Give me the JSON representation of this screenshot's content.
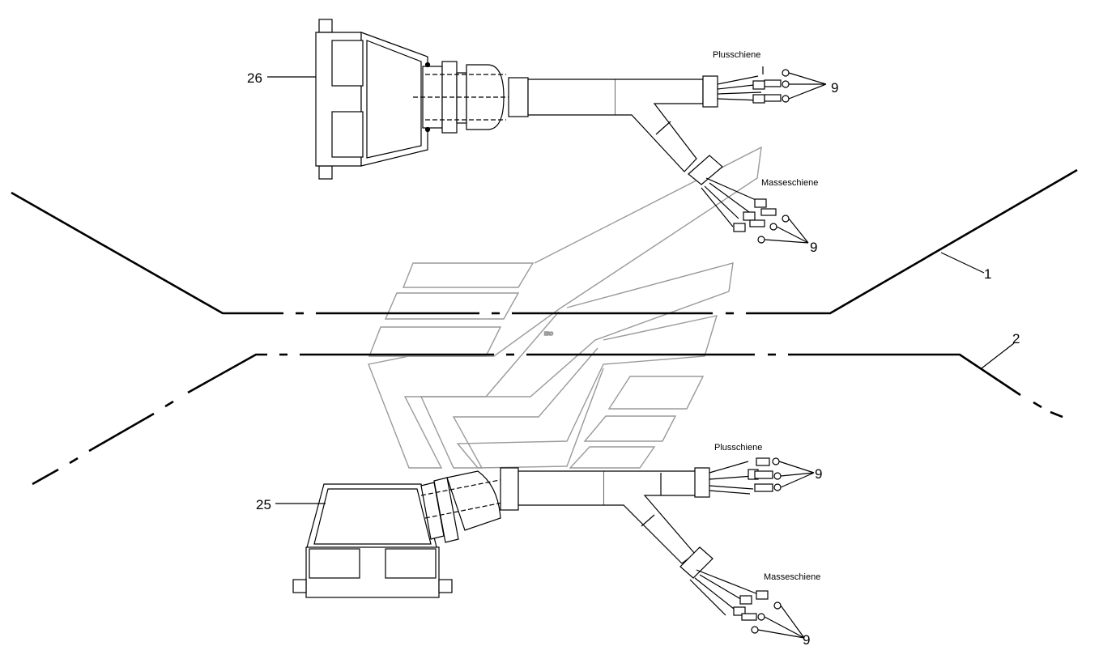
{
  "diagram": {
    "callouts": {
      "harness_top": "26",
      "harness_bottom": "25",
      "line_1": "1",
      "line_2": "2",
      "terminal": "9"
    },
    "labels": {
      "plus_rail": "Plusschiene",
      "ground_rail": "Masseschiene"
    },
    "watermark_text": "ERO",
    "colors": {
      "line": "#000000",
      "watermark": "#9a9a9a"
    }
  }
}
